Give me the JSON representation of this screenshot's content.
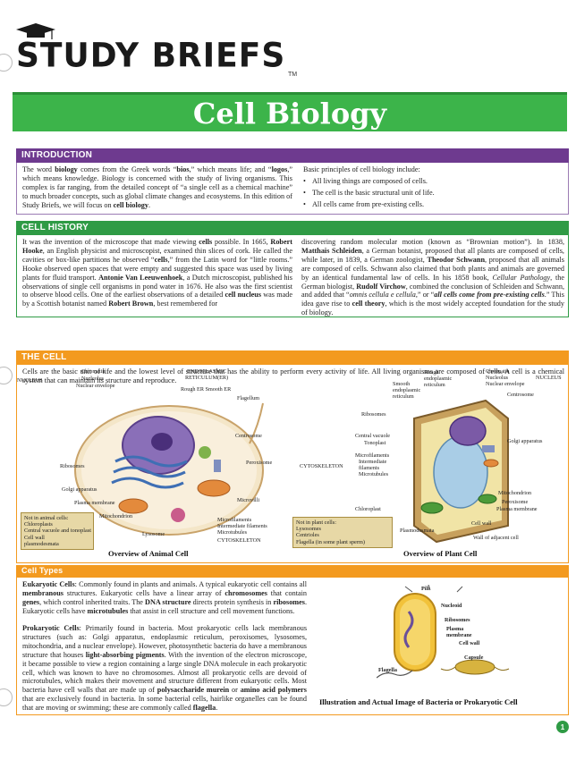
{
  "brand": {
    "name": "STUDY BRIEFS",
    "tm": "TM"
  },
  "title": "Cell Biology",
  "introduction": {
    "heading": "INTRODUCTION",
    "left_html": "The word <b>biology</b> comes from the Greek words “<b>bios</b>,” which means life; and “<b>logos</b>,” which means knowledge. Biology is concerned with the study of living organisms. This complex is far ranging, from the detailed concept of “a single cell as a chemical machine” to much broader concepts, such as global climate changes and ecosystems. In this edition of Study Briefs, we will focus on <b>cell biology</b>.",
    "right_intro": "Basic principles of cell biology include:",
    "principles": [
      "All living things are composed of cells.",
      "The cell is the basic structural unit of life.",
      "All cells came from pre-existing cells."
    ]
  },
  "cell_history": {
    "heading": "CELL HISTORY",
    "left_html": "It was the invention of the microscope that made viewing <b>cells</b> possible. In 1665, <b>Robert Hooke</b>, an English physicist and microscopist, examined thin slices of cork. He called the cavities or box-like partitions he observed “<b>cells</b>,” from the Latin word for “little rooms.” Hooke observed open spaces that were empty and suggested this space was used by living plants for fluid transport. <b>Antonie Van Leeuwenhoek</b>, a Dutch microscopist, published his observations of single cell organisms in pond water in 1676. He also was the first scientist to observe blood cells. One of the earliest observations of a detailed <b>cell nucleus</b> was made by a Scottish botanist named <b>Robert Brown</b>, best remembered for",
    "right_html": "discovering random molecular motion (known as “Brownian motion”). In 1838, <b>Matthais Schleiden</b>, a German botanist, proposed that all plants are composed of cells, while later, in 1839, a German zoologist, <b>Theodor Schwann</b>, proposed that all animals are composed of cells. Schwann also claimed that both plants and animals are governed by an identical fundamental law of cells. In his 1858 book, <i>Cellular Pathology</i>, the German biologist, <b>Rudolf Virchow</b>, combined the conclusion of Schleiden and Schwann, and added that “<i>omnis cellula e cellula</i>,” or “<b><i>all cells come from pre-existing cells</i></b>.” This idea gave rise to <b>cell theory</b>, which is the most widely accepted foundation for the study of biology."
  },
  "the_cell": {
    "heading": "THE CELL",
    "intro": "Cells are the basic unit of life and the lowest level of structure that has the ability to perform every activity of life. All living organisms are composed of cells. A cell is a chemical system that can maintain its structure and reproduce.",
    "animal": {
      "caption": "Overview of Animal Cell",
      "labels": {
        "nucleus": "NUCLEUS",
        "chromatin": "Chromatin",
        "nucleolus": "Nucleolus",
        "nuclear_envelope": "Nuclear envelope",
        "er": "ENDOPLASMIC\nRETICULUM(ER)",
        "rough_smooth": "Rough ER Smooth ER",
        "flagellum": "Flagellum",
        "centrosome": "Centrosome",
        "peroxisome": "Peroxisome",
        "ribosomes": "Ribosomes",
        "golgi": "Golgi apparatus",
        "plasma": "Plasma membrane",
        "microvilli": "Microvilli",
        "mitochondrion": "Mitochondrion",
        "lysosome": "Lysosome",
        "microfilaments": "Microfilaments",
        "intermediate": "Intermediate filaments",
        "microtubules": "Microtubules",
        "cytoskeleton": "CYTOSKELETON"
      },
      "note": "Not in animal cells:\nChloroplasts\nCentral vacuole and tonoplast\nCell wall\nplasmodesmata"
    },
    "plant": {
      "caption": "Overview of Plant Cell",
      "labels": {
        "rough_er": "Rough\nendoplasmic\nreticulum",
        "smooth_er": "Smooth\nendoplasmic\nreticulum",
        "chromatin": "Chromatin",
        "nucleolus": "Nucleolus",
        "nuclear_envelope": "Nuclear envelope",
        "nucleus": "NUCLEUS",
        "centrosome": "Centrosome",
        "ribosomes": "Ribosomes",
        "golgi": "Golgi apparatus",
        "central_vacuole": "Central vacuole",
        "tonoplast": "Tonoplast",
        "microfilaments": "Microfilaments",
        "intermediate": "Intermediate\nfilaments",
        "microtubules": "Microtubules",
        "cytoskeleton": "CYTOSKELETON",
        "mitochondrion": "Mitochondrion",
        "peroxisome": "Peroxisome",
        "plasma": "Plasma membrane",
        "chloroplast": "Chloroplast",
        "cell_wall": "Cell wall",
        "plasmodesmata": "Plasmodesmata",
        "wall_adjacent": "Wall of adjacent cell"
      },
      "note": "Not in plant cells:\nLysosomes\nCentrioles\nFlagella (in some plant sperm)"
    }
  },
  "cell_types": {
    "heading": "Cell Types",
    "eukaryotic_html": "<b>Eukaryotic Cells</b>: Commonly found in plants and animals. A typical eukaryotic cell contains all <b>membranous</b> structures. Eukaryotic cells have a linear array of <b>chromosomes</b> that contain <b>genes</b>, which control inherited traits. The <b>DNA structure</b> directs protein synthesis in <b>ribosomes</b>. Eukaryotic cells have <b>microtubules</b> that assist in cell structure and cell movement functions.",
    "prokaryotic_html": "<b>Prokaryotic Cells</b>: Primarily found in bacteria. Most prokaryotic cells lack membranous structures (such as: Golgi apparatus, endoplasmic reticulum, peroxisomes, lysosomes, mitochondria, and a nuclear envelope). However, photosynthetic bacteria do have a membranous structure that houses <b>light-absorbing pigments</b>. With the invention of the electron microscope, it became possible to view a region containing a large single DNA molecule in each prokaryotic cell, which was known to have no chromosomes. Almost all prokaryotic cells are devoid of microtubules, which makes their movement and structure different from eukaryotic cells. Most bacteria have cell walls that are made up of <b>polysaccharide murein</b> or <b>amino acid polymers</b> that are exclusively found in bacteria. In some bacterial cells, hairlike organelles can be found that are moving or swimming; these are commonly called <b>flagella</b>.",
    "bacteria": {
      "caption": "Illustration and Actual Image of Bacteria or Prokaryotic Cell",
      "labels": {
        "pili": "Pili",
        "nucleoid": "Nucleoid",
        "ribosomes": "Ribosomes",
        "plasma": "Plasma\nmembrane",
        "cell_wall": "Cell wall",
        "capsule": "Capsule",
        "flagella": "Flagella"
      }
    }
  },
  "page_number": "1",
  "colors": {
    "green": "#3cb44a",
    "purple": "#6e3a8f",
    "orange": "#f39a1f",
    "note": "#e7d8a6"
  }
}
